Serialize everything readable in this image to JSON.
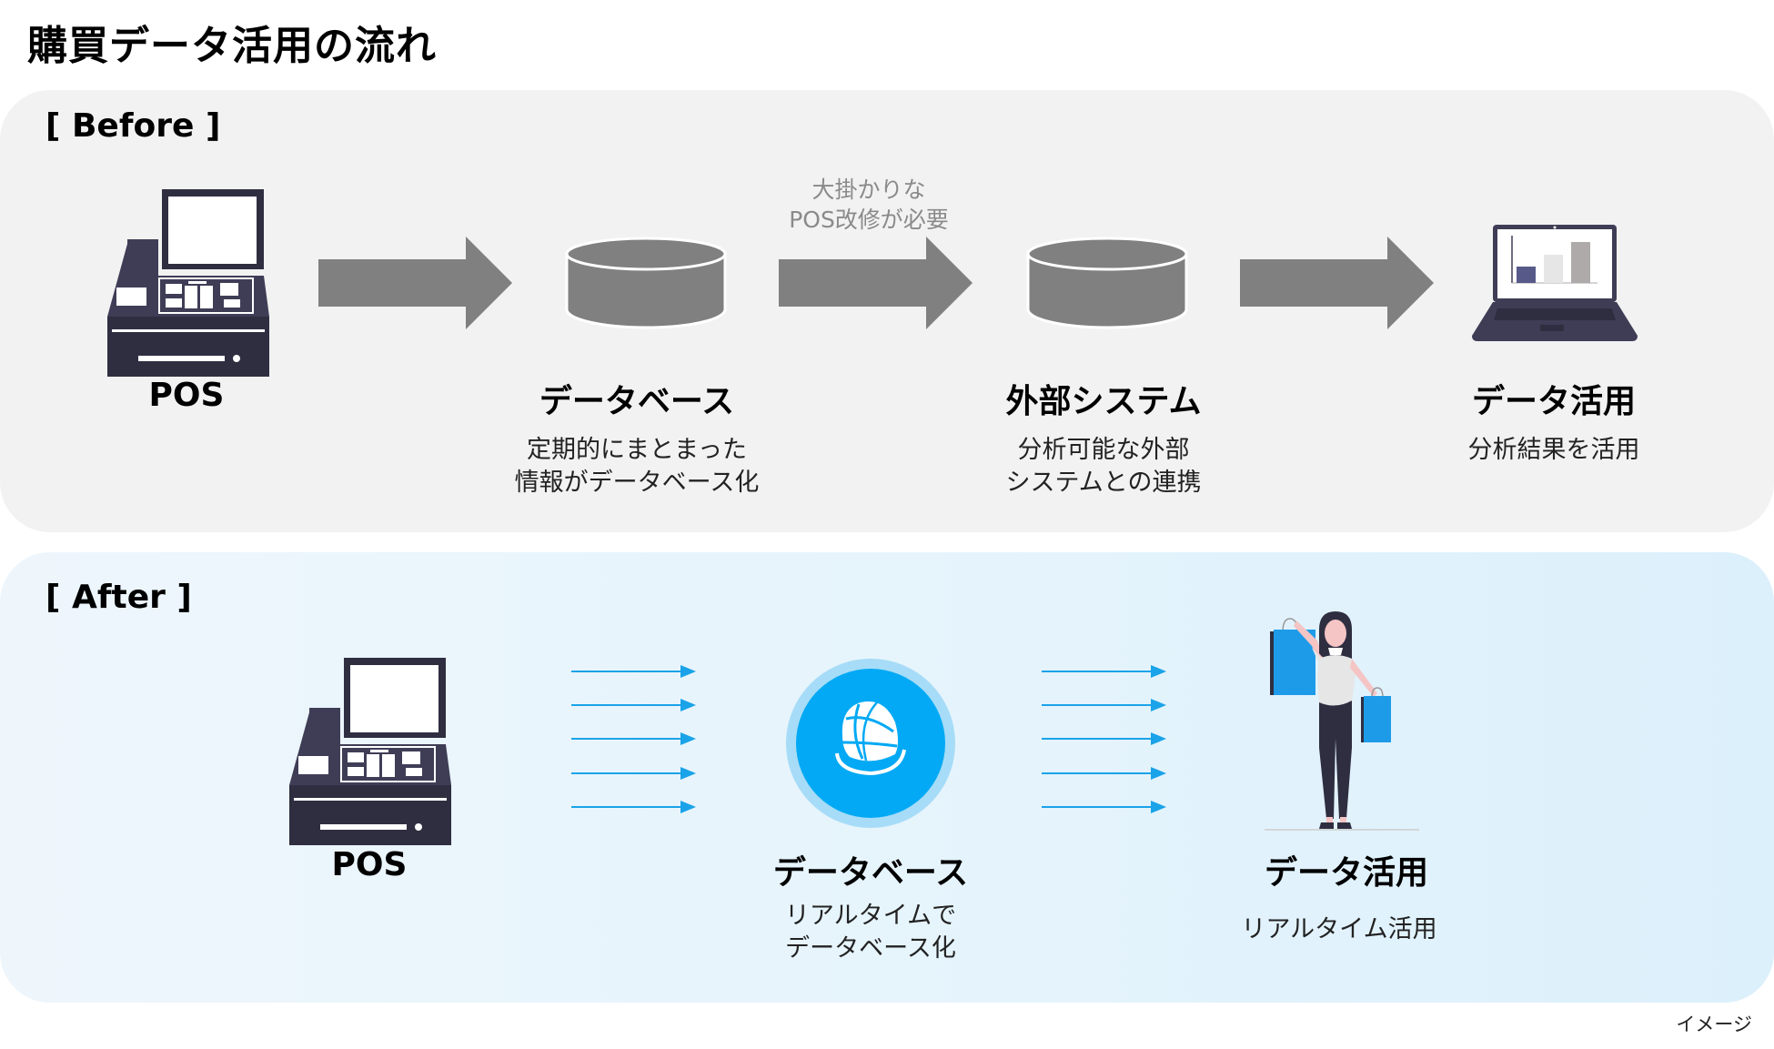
{
  "title": "購買データ活用の流れ",
  "before": {
    "label": "[ Before ]",
    "steps": [
      {
        "icon": "pos-register-icon",
        "title": "POS",
        "desc": []
      },
      {
        "icon": "database-icon",
        "title": "データベース",
        "desc": [
          "定期的にまとまった",
          "情報がデータベース化"
        ]
      },
      {
        "icon": "database-icon",
        "title": "外部システム",
        "desc": [
          "分析可能な外部",
          "システムとの連携"
        ]
      },
      {
        "icon": "laptop-chart-icon",
        "title": "データ活用",
        "desc": [
          "分析結果を活用"
        ]
      }
    ],
    "arrow_note": [
      "大掛かりな",
      "POS改修が必要"
    ]
  },
  "after": {
    "label": "[ After ]",
    "steps": [
      {
        "icon": "pos-register-icon",
        "title": "POS",
        "desc": []
      },
      {
        "icon": "cloud-database-globe-icon",
        "title": "データベース",
        "desc": [
          "リアルタイムで",
          "データベース化"
        ]
      },
      {
        "icon": "shopper-with-bags-icon",
        "title": "データ活用",
        "desc": [
          "リアルタイム活用"
        ]
      }
    ]
  },
  "caption": "イメージ",
  "colors": {
    "arrow_gray": "#808080",
    "flow_blue": "#1aa3e8",
    "db_blue": "#03a9f4",
    "db_ring": "#a6dcf7",
    "device_dark": "#2f2e41",
    "bag_blue": "#1e9be8"
  }
}
